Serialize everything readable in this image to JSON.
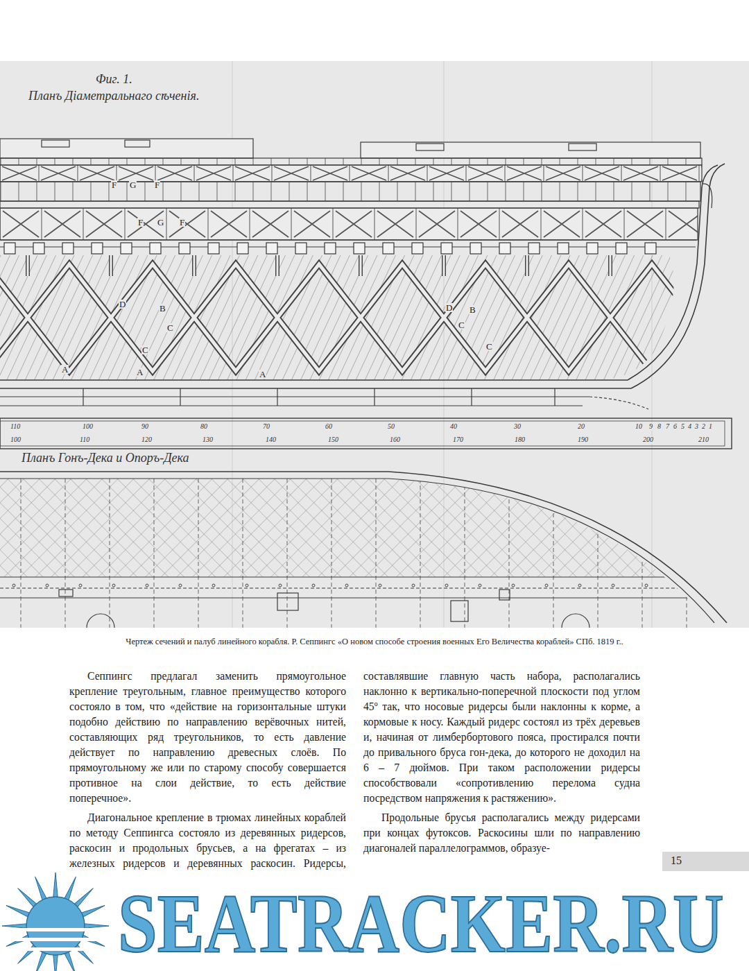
{
  "diagram": {
    "caption": "Чертеж сечений и палуб линейного корабля. Р. Сеппингс «О новом способе строения военных Его Величества кораблей» СПб. 1819 г..",
    "labels": [
      "Фиг. 1.",
      "Планъ Діаметральнаго сѣченія.",
      "F",
      "G",
      "F",
      "F",
      "G",
      "F",
      "D",
      "B",
      "C",
      "C",
      "A",
      "A",
      "A",
      "D",
      "B",
      "C",
      "C",
      "110",
      "100",
      "90",
      "80",
      "70",
      "60",
      "50",
      "40",
      "30",
      "20",
      "10",
      "9",
      "8",
      "7",
      "6",
      "5",
      "4",
      "3",
      "2",
      "1",
      "100",
      "110",
      "120",
      "130",
      "140",
      "150",
      "160",
      "170",
      "180",
      "190",
      "200",
      "210",
      "Планъ Гонъ-Дека и Опоръ-Дека",
      "Сеппингс предлагал заменить прямоугольное крепление треугольным, главное преимущество которого состояло в том, что «действие на горизонтальные штуки подобно действию по направлению верёвочных нитей, составляющих ряд треугольников, то есть давление действует по направлению древесных слоёв. По прямоугольному же или по старому способу совершается противное на слои действие, то есть действие поперечное».",
      "Диагональное крепление в трюмах линейных кораблей по методу Сеппингса состояло из деревянных ридерсов, раскосин и продольных брусьев, а на фрегатах – из железных ридерсов и деревянных раскосин. Ридерсы, составлявшие главную часть набора, располагались наклонно к вертикально-поперечной плоскости под углом 45º так, что носовые ридерсы были наклонны к корме, а кормовые к носу. Каждый ридерс состоял из трёх деревьев и, начиная от лимбербортового пояса, простирался почти до привального бруса гон-дека, до которого не доходил на 6 – 7 дюймов. При таком расположении ридерсы способствовали «сопротивлению перелома судна посредством напряжения к растяжению».",
      "Продольные брусья располагались между ридерсами при концах футоксов. Раскосины шли по направлению диагоналей параллелограммов, образуе-",
      "15",
      "SEATRACKER.RU"
    ]
  }
}
